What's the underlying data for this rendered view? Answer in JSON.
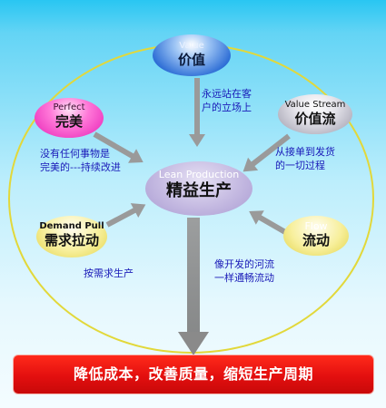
{
  "nodes": {
    "value": {
      "en": "Value",
      "zh": "价值"
    },
    "value_stream": {
      "en": "Value Stream",
      "zh": "价值流"
    },
    "perfect": {
      "en": "Perfect",
      "zh": "完美"
    },
    "lean": {
      "en": "Lean Production",
      "zh": "精益生产"
    },
    "demand_pull": {
      "en": "Demand Pull",
      "zh": "需求拉动"
    },
    "flow": {
      "en": "Flow",
      "zh": "流动"
    }
  },
  "annotations": {
    "value_note": [
      "永远站在客",
      "户的立场上"
    ],
    "value_stream_note": [
      "从接单到发货",
      "的一切过程"
    ],
    "perfect_note": [
      "没有任何事物是",
      "完美的---持续改进"
    ],
    "demand_note": [
      "按需求生产"
    ],
    "flow_note": [
      "像开发的河流",
      "一样通畅流动"
    ]
  },
  "banner": {
    "text": "降低成本，改善质量，缩短生产周期"
  },
  "colors": {
    "annotation_text": "#1a1ab8",
    "banner_red": "#e30f0f",
    "ellipse_yellow": "#e2d83a",
    "arrow_gray": "#9a9a9a"
  }
}
